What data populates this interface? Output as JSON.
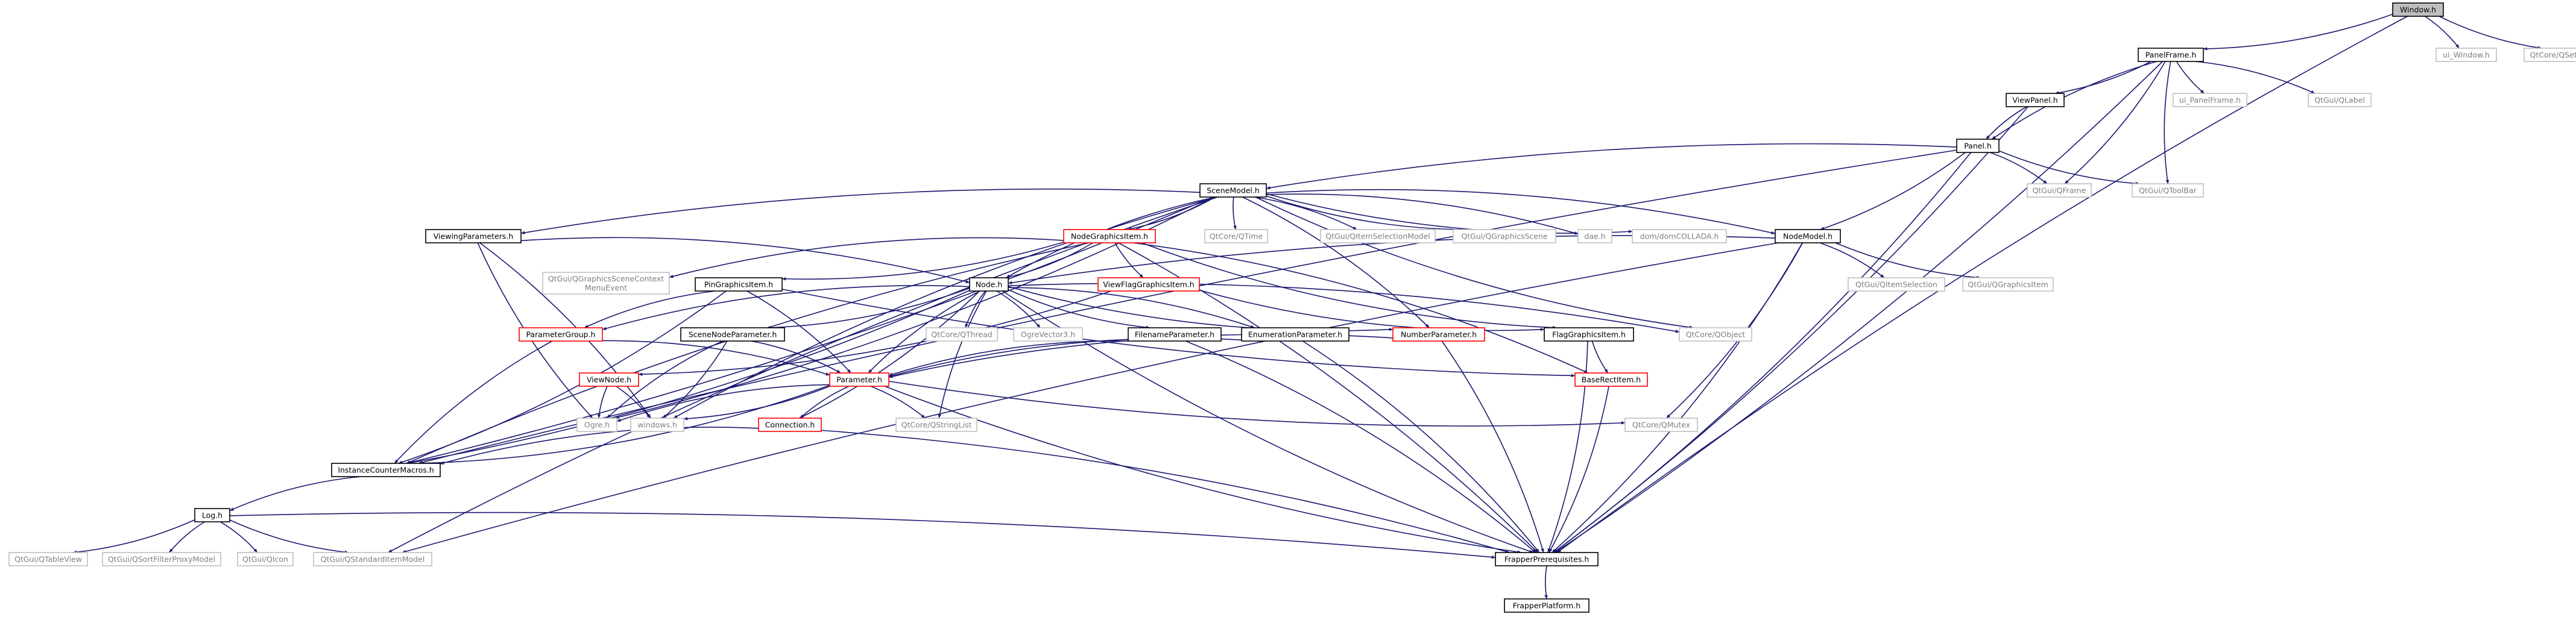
{
  "diagram": {
    "type": "include-dependency-graph",
    "colors": {
      "edge": "#191970",
      "root_fill": "#bfbfbf",
      "internal_border": "#000000",
      "external_border": "#bfbfbf",
      "truncated_border": "#ff0000",
      "internal_text": "#000000",
      "external_text": "#7f7f7f"
    },
    "nodes": [
      {
        "id": "window_h",
        "label": "Window.h",
        "kind": "root"
      },
      {
        "id": "ui_window_h",
        "label": "ui_Window.h",
        "kind": "external"
      },
      {
        "id": "qt_qsettings",
        "label": "QtCore/QSettings",
        "kind": "external"
      },
      {
        "id": "panelframe_h",
        "label": "PanelFrame.h",
        "kind": "internal"
      },
      {
        "id": "viewpanel_h",
        "label": "ViewPanel.h",
        "kind": "internal"
      },
      {
        "id": "ui_panelframe_h",
        "label": "ui_PanelFrame.h",
        "kind": "external"
      },
      {
        "id": "qt_qlabel",
        "label": "QtGui/QLabel",
        "kind": "external"
      },
      {
        "id": "panel_h",
        "label": "Panel.h",
        "kind": "internal"
      },
      {
        "id": "scenemodel_h",
        "label": "SceneModel.h",
        "kind": "internal"
      },
      {
        "id": "qt_qframe",
        "label": "QtGui/QFrame",
        "kind": "external"
      },
      {
        "id": "qt_qtoolbar",
        "label": "QtGui/QToolBar",
        "kind": "external"
      },
      {
        "id": "viewingparameters_h",
        "label": "ViewingParameters.h",
        "kind": "internal"
      },
      {
        "id": "nodegraphicsitem_h",
        "label": "NodeGraphicsItem.h",
        "kind": "truncated"
      },
      {
        "id": "qt_qtime",
        "label": "QtCore/QTime",
        "kind": "external"
      },
      {
        "id": "qt_qitemselectionmodel",
        "label": "QtGui/QItemSelectionModel",
        "kind": "external"
      },
      {
        "id": "qt_qgraphicsscene",
        "label": "QtGui/QGraphicsScene",
        "kind": "external"
      },
      {
        "id": "dae_h",
        "label": "dae.h",
        "kind": "external"
      },
      {
        "id": "dom_collada_h",
        "label": "dom/domCOLLADA.h",
        "kind": "external"
      },
      {
        "id": "nodemodel_h",
        "label": "NodeModel.h",
        "kind": "internal"
      },
      {
        "id": "qt_qgraphicsscenecontextmenuevent",
        "label": "QtGui/QGraphicsSceneContext\nMenuEvent",
        "kind": "external"
      },
      {
        "id": "pingraphicsitem_h",
        "label": "PinGraphicsItem.h",
        "kind": "internal"
      },
      {
        "id": "node_h",
        "label": "Node.h",
        "kind": "internal"
      },
      {
        "id": "viewflaggraphicsitem_h",
        "label": "ViewFlagGraphicsItem.h",
        "kind": "truncated"
      },
      {
        "id": "qt_qitemselection",
        "label": "QtGui/QItemSelection",
        "kind": "external"
      },
      {
        "id": "qt_qgraphicsitem",
        "label": "QtGui/QGraphicsItem",
        "kind": "external"
      },
      {
        "id": "parametergroup_h",
        "label": "ParameterGroup.h",
        "kind": "truncated"
      },
      {
        "id": "scenenodeparameter_h",
        "label": "SceneNodeParameter.h",
        "kind": "internal"
      },
      {
        "id": "qt_qthread",
        "label": "QtCore/QThread",
        "kind": "external"
      },
      {
        "id": "ogrevector3_h",
        "label": "OgreVector3.h",
        "kind": "external"
      },
      {
        "id": "filenameparameter_h",
        "label": "FilenameParameter.h",
        "kind": "internal"
      },
      {
        "id": "enumerationparameter_h",
        "label": "EnumerationParameter.h",
        "kind": "internal"
      },
      {
        "id": "numberparameter_h",
        "label": "NumberParameter.h",
        "kind": "truncated"
      },
      {
        "id": "flaggraphicsitem_h",
        "label": "FlagGraphicsItem.h",
        "kind": "internal"
      },
      {
        "id": "qt_qobject",
        "label": "QtCore/QObject",
        "kind": "external"
      },
      {
        "id": "viewnode_h",
        "label": "ViewNode.h",
        "kind": "truncated"
      },
      {
        "id": "parameter_h",
        "label": "Parameter.h",
        "kind": "truncated"
      },
      {
        "id": "baserectitem_h",
        "label": "BaseRectItem.h",
        "kind": "truncated"
      },
      {
        "id": "ogre_h",
        "label": "Ogre.h",
        "kind": "external"
      },
      {
        "id": "windows_h",
        "label": "windows.h",
        "kind": "external"
      },
      {
        "id": "qt_qstringlist",
        "label": "QtCore/QStringList",
        "kind": "external"
      },
      {
        "id": "qt_qmutex",
        "label": "QtCore/QMutex",
        "kind": "external"
      },
      {
        "id": "connection_h",
        "label": "Connection.h",
        "kind": "truncated"
      },
      {
        "id": "instancecountermacros_h",
        "label": "InstanceCounterMacros.h",
        "kind": "internal"
      },
      {
        "id": "log_h",
        "label": "Log.h",
        "kind": "internal"
      },
      {
        "id": "qt_qtableview",
        "label": "QtGui/QTableView",
        "kind": "external"
      },
      {
        "id": "qt_qsortfilterproxymodel",
        "label": "QtGui/QSortFilterProxyModel",
        "kind": "external"
      },
      {
        "id": "qt_qicon",
        "label": "QtGui/QIcon",
        "kind": "external"
      },
      {
        "id": "qt_qstandarditemmodel",
        "label": "QtGui/QStandardItemModel",
        "kind": "external"
      },
      {
        "id": "frapperprerequisites_h",
        "label": "FrapperPrerequisites.h",
        "kind": "internal"
      },
      {
        "id": "frapperplatform_h",
        "label": "FrapperPlatform.h",
        "kind": "internal"
      }
    ],
    "edges": [
      [
        "window_h",
        "ui_window_h"
      ],
      [
        "window_h",
        "qt_qsettings"
      ],
      [
        "window_h",
        "panelframe_h"
      ],
      [
        "window_h",
        "frapperprerequisites_h"
      ],
      [
        "panelframe_h",
        "viewpanel_h"
      ],
      [
        "panelframe_h",
        "ui_panelframe_h"
      ],
      [
        "panelframe_h",
        "qt_qlabel"
      ],
      [
        "panelframe_h",
        "panel_h"
      ],
      [
        "panelframe_h",
        "qt_qframe"
      ],
      [
        "panelframe_h",
        "qt_qtoolbar"
      ],
      [
        "panelframe_h",
        "frapperprerequisites_h"
      ],
      [
        "viewpanel_h",
        "panel_h"
      ],
      [
        "viewpanel_h",
        "frapperprerequisites_h"
      ],
      [
        "panel_h",
        "scenemodel_h"
      ],
      [
        "panel_h",
        "qt_qframe"
      ],
      [
        "panel_h",
        "qt_qtoolbar"
      ],
      [
        "panel_h",
        "nodemodel_h"
      ],
      [
        "panel_h",
        "instancecountermacros_h"
      ],
      [
        "panel_h",
        "frapperprerequisites_h"
      ],
      [
        "scenemodel_h",
        "viewingparameters_h"
      ],
      [
        "scenemodel_h",
        "nodegraphicsitem_h"
      ],
      [
        "scenemodel_h",
        "qt_qtime"
      ],
      [
        "scenemodel_h",
        "qt_qitemselectionmodel"
      ],
      [
        "scenemodel_h",
        "qt_qgraphicsscene"
      ],
      [
        "scenemodel_h",
        "dae_h"
      ],
      [
        "scenemodel_h",
        "dom_collada_h"
      ],
      [
        "scenemodel_h",
        "nodemodel_h"
      ],
      [
        "scenemodel_h",
        "node_h"
      ],
      [
        "scenemodel_h",
        "numberparameter_h"
      ],
      [
        "scenemodel_h",
        "qt_qobject"
      ],
      [
        "scenemodel_h",
        "ogre_h"
      ],
      [
        "scenemodel_h",
        "windows_h"
      ],
      [
        "scenemodel_h",
        "instancecountermacros_h"
      ],
      [
        "scenemodel_h",
        "qt_qstandarditemmodel"
      ],
      [
        "viewingparameters_h",
        "node_h"
      ],
      [
        "viewingparameters_h",
        "ogre_h"
      ],
      [
        "viewingparameters_h",
        "windows_h"
      ],
      [
        "nodegraphicsitem_h",
        "qt_qgraphicsscenecontextmenuevent"
      ],
      [
        "nodegraphicsitem_h",
        "pingraphicsitem_h"
      ],
      [
        "nodegraphicsitem_h",
        "viewflaggraphicsitem_h"
      ],
      [
        "nodegraphicsitem_h",
        "node_h"
      ],
      [
        "nodegraphicsitem_h",
        "flaggraphicsitem_h"
      ],
      [
        "nodegraphicsitem_h",
        "baserectitem_h"
      ],
      [
        "nodegraphicsitem_h",
        "instancecountermacros_h"
      ],
      [
        "nodegraphicsitem_h",
        "frapperprerequisites_h"
      ],
      [
        "nodemodel_h",
        "node_h"
      ],
      [
        "nodemodel_h",
        "qt_qitemselection"
      ],
      [
        "nodemodel_h",
        "qt_qgraphicsitem"
      ],
      [
        "nodemodel_h",
        "qt_qmutex"
      ],
      [
        "nodemodel_h",
        "qt_qstandarditemmodel"
      ],
      [
        "nodemodel_h",
        "frapperprerequisites_h"
      ],
      [
        "pingraphicsitem_h",
        "parametergroup_h"
      ],
      [
        "pingraphicsitem_h",
        "parameter_h"
      ],
      [
        "pingraphicsitem_h",
        "baserectitem_h"
      ],
      [
        "pingraphicsitem_h",
        "instancecountermacros_h"
      ],
      [
        "viewflaggraphicsitem_h",
        "flaggraphicsitem_h"
      ],
      [
        "viewflaggraphicsitem_h",
        "viewnode_h"
      ],
      [
        "node_h",
        "parametergroup_h"
      ],
      [
        "node_h",
        "scenenodeparameter_h"
      ],
      [
        "node_h",
        "qt_qthread"
      ],
      [
        "node_h",
        "ogrevector3_h"
      ],
      [
        "node_h",
        "filenameparameter_h"
      ],
      [
        "node_h",
        "enumerationparameter_h"
      ],
      [
        "node_h",
        "numberparameter_h"
      ],
      [
        "node_h",
        "qt_qobject"
      ],
      [
        "node_h",
        "parameter_h"
      ],
      [
        "node_h",
        "connection_h"
      ],
      [
        "node_h",
        "qt_qstringlist"
      ],
      [
        "node_h",
        "instancecountermacros_h"
      ],
      [
        "node_h",
        "frapperprerequisites_h"
      ],
      [
        "parametergroup_h",
        "parameter_h"
      ],
      [
        "parametergroup_h",
        "instancecountermacros_h"
      ],
      [
        "scenenodeparameter_h",
        "parameter_h"
      ],
      [
        "scenenodeparameter_h",
        "ogre_h"
      ],
      [
        "scenenodeparameter_h",
        "windows_h"
      ],
      [
        "filenameparameter_h",
        "parameter_h"
      ],
      [
        "filenameparameter_h",
        "frapperprerequisites_h"
      ],
      [
        "enumerationparameter_h",
        "parameter_h"
      ],
      [
        "enumerationparameter_h",
        "frapperprerequisites_h"
      ],
      [
        "numberparameter_h",
        "parameter_h"
      ],
      [
        "numberparameter_h",
        "frapperprerequisites_h"
      ],
      [
        "flaggraphicsitem_h",
        "baserectitem_h"
      ],
      [
        "flaggraphicsitem_h",
        "frapperprerequisites_h"
      ],
      [
        "viewnode_h",
        "ogre_h"
      ],
      [
        "viewnode_h",
        "windows_h"
      ],
      [
        "parameter_h",
        "connection_h"
      ],
      [
        "parameter_h",
        "qt_qstringlist"
      ],
      [
        "parameter_h",
        "ogre_h"
      ],
      [
        "parameter_h",
        "windows_h"
      ],
      [
        "parameter_h",
        "qt_qmutex"
      ],
      [
        "parameter_h",
        "instancecountermacros_h"
      ],
      [
        "parameter_h",
        "frapperprerequisites_h"
      ],
      [
        "baserectitem_h",
        "frapperprerequisites_h"
      ],
      [
        "connection_h",
        "instancecountermacros_h"
      ],
      [
        "connection_h",
        "frapperprerequisites_h"
      ],
      [
        "instancecountermacros_h",
        "log_h"
      ],
      [
        "log_h",
        "qt_qtableview"
      ],
      [
        "log_h",
        "qt_qsortfilterproxymodel"
      ],
      [
        "log_h",
        "qt_qicon"
      ],
      [
        "log_h",
        "qt_qstandarditemmodel"
      ],
      [
        "log_h",
        "frapperprerequisites_h"
      ],
      [
        "frapperprerequisites_h",
        "frapperplatform_h"
      ]
    ]
  }
}
